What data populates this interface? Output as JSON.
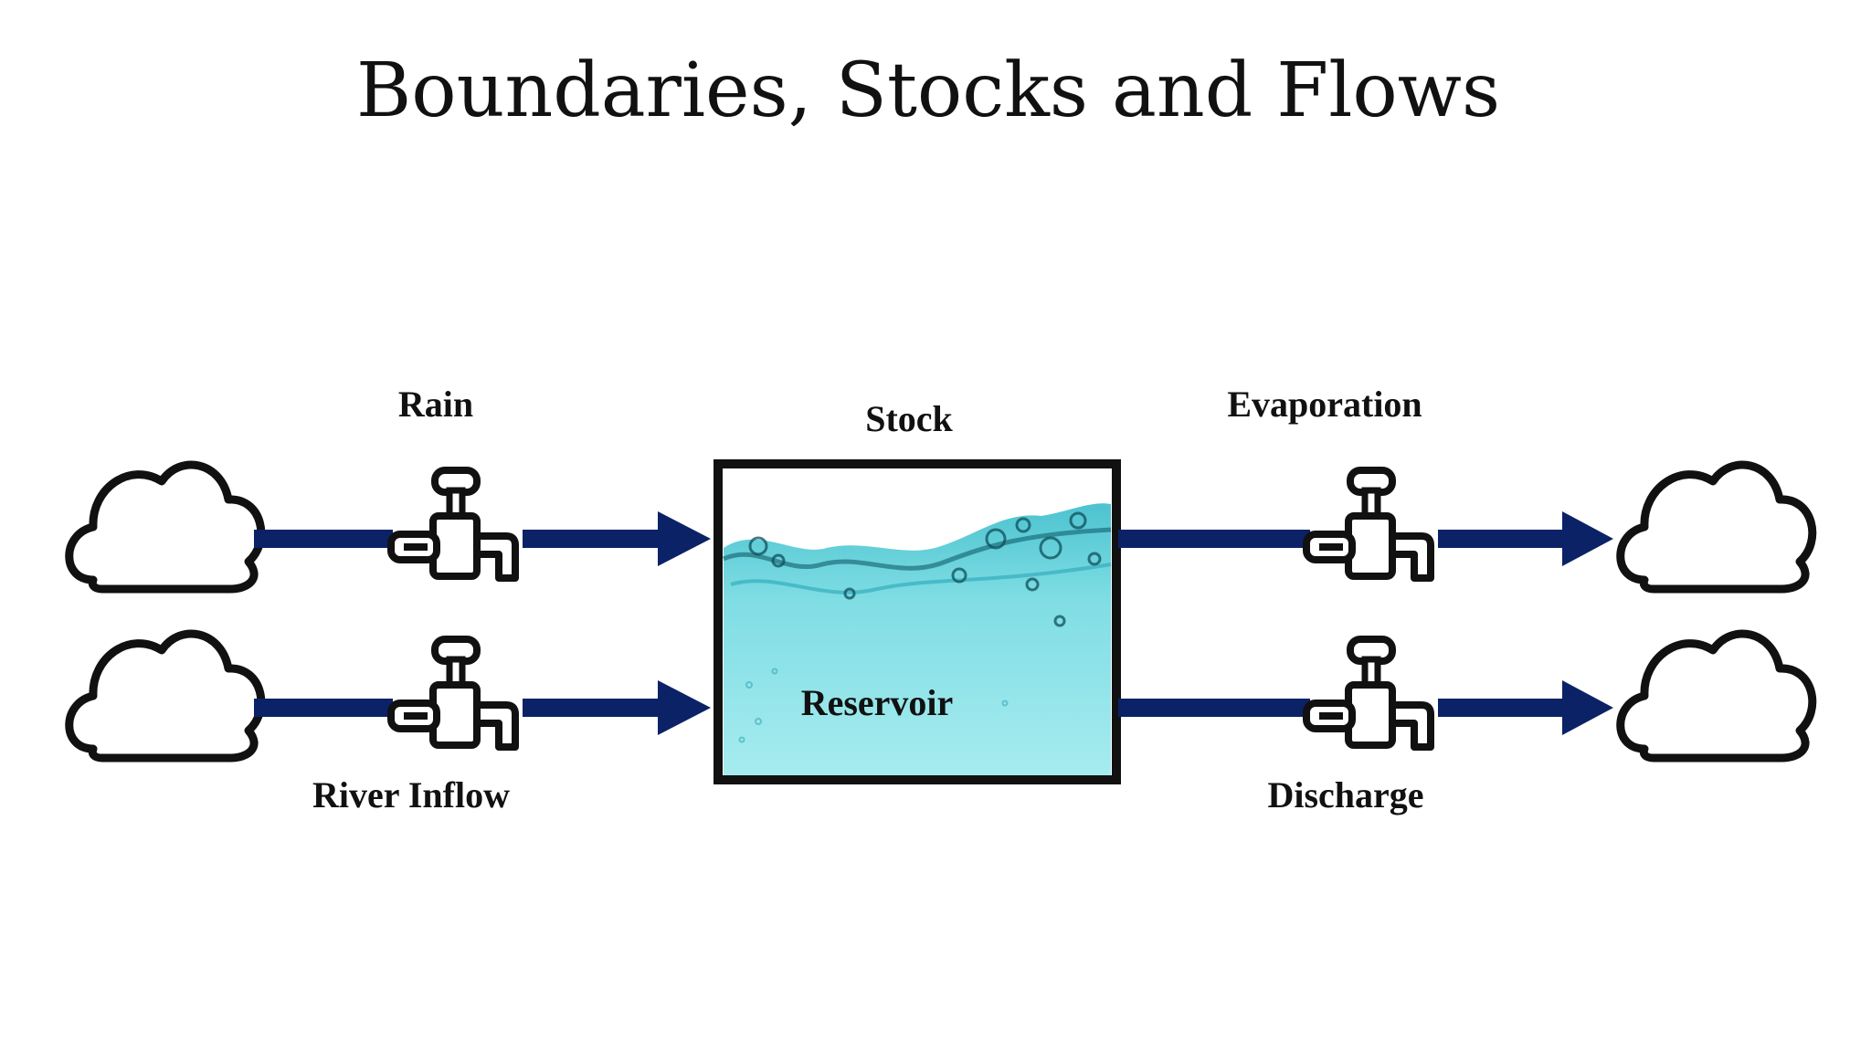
{
  "slide": {
    "title": "Boundaries, Stocks and Flows"
  },
  "diagram": {
    "stock_label": "Stock",
    "stock_name": "Reservoir",
    "inflows": [
      {
        "label": "Rain"
      },
      {
        "label": "River Inflow"
      }
    ],
    "outflows": [
      {
        "label": "Evaporation"
      },
      {
        "label": "Discharge"
      }
    ],
    "colors": {
      "flow_pipe": "#0b2266",
      "outline": "#111111",
      "water": "#7fdde4",
      "water_dark": "#2aa6b6"
    },
    "icons": [
      "cloud-icon",
      "faucet-valve-icon",
      "arrow-head-icon"
    ]
  }
}
